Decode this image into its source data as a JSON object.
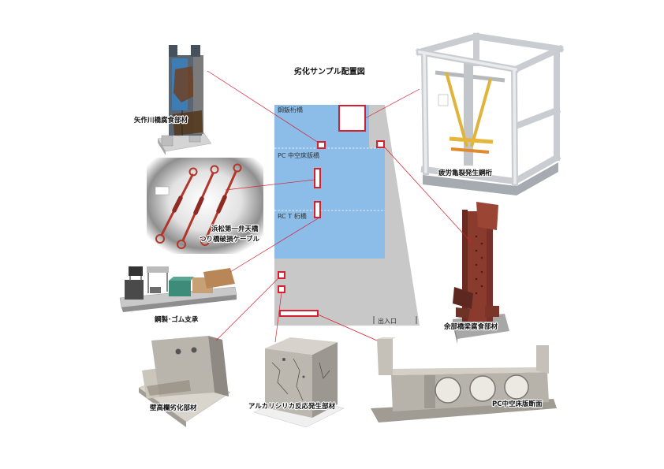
{
  "title": "劣化サンプル配置図",
  "floor_plan": {
    "zones": [
      {
        "label": "鋼鈑桁橋"
      },
      {
        "label": "PC 中空床版橋"
      },
      {
        "label": "RC T 桁橋"
      }
    ],
    "entrance_label": "出入口"
  },
  "samples": {
    "yahagi": {
      "label": "矢作川橋腐食部材"
    },
    "fatigue": {
      "label": "疲労亀裂発生鋼桁"
    },
    "cable": {
      "label_line1": "浜松第一弁天橋",
      "label_line2": "つり橋破損ケーブル"
    },
    "amarube": {
      "label": "余部橋梁腐食部材"
    },
    "bearing": {
      "label": "鋼製･ゴム支承"
    },
    "parapet": {
      "label": "壁高欄劣化部材"
    },
    "asr": {
      "label": "アルカリシリカ反応発生部材"
    },
    "pc_section": {
      "label": "PC中空床版断面"
    }
  },
  "colors": {
    "floor": "#c8c8c8",
    "zone": "#8cbce8",
    "marker": "#d6202f",
    "leader": "#d6202f",
    "zone_divider": "#ffffff"
  }
}
